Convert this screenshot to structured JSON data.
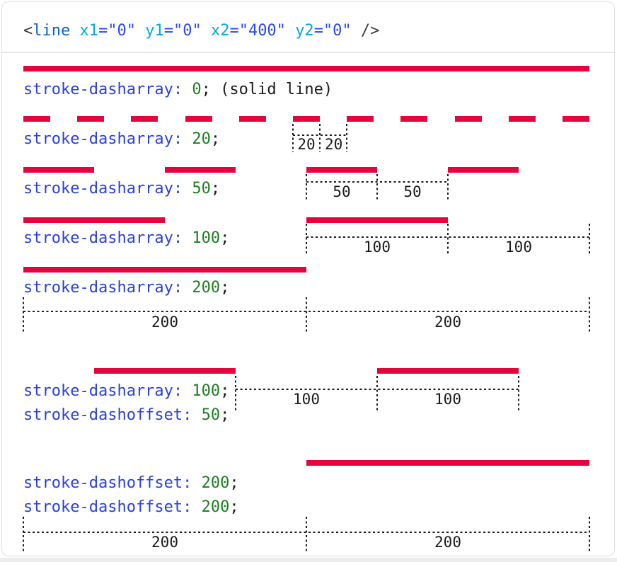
{
  "colors": {
    "stroke_red": "#e5053d",
    "code_tag_blue": "#0b62c4",
    "code_attr_cyan": "#00a8e2",
    "code_value_blue": "#2b46ee",
    "code_punct_gray": "#3a3a42",
    "property_blue": "#2a3fdb",
    "value_green": "#1e7d22",
    "text_black": "#1a1a1a",
    "divider_gray": "#e9e9ec",
    "card_border": "#dee0e3"
  },
  "code_line": {
    "tokens": [
      {
        "t": "<",
        "c": "punct"
      },
      {
        "t": "line",
        "c": "tag"
      },
      {
        "t": " ",
        "c": "plain"
      },
      {
        "t": "x1",
        "c": "attr"
      },
      {
        "t": "=\"0\"",
        "c": "val"
      },
      {
        "t": " ",
        "c": "plain"
      },
      {
        "t": "y1",
        "c": "attr"
      },
      {
        "t": "=\"0\"",
        "c": "val"
      },
      {
        "t": " ",
        "c": "plain"
      },
      {
        "t": "x2",
        "c": "attr"
      },
      {
        "t": "=\"400\"",
        "c": "val"
      },
      {
        "t": " ",
        "c": "plain"
      },
      {
        "t": "y2",
        "c": "attr"
      },
      {
        "t": "=\"0\"",
        "c": "val"
      },
      {
        "t": " ",
        "c": "plain"
      },
      {
        "t": "/>",
        "c": "punct"
      }
    ]
  },
  "rows": [
    {
      "id": "solid-0",
      "labels": [
        {
          "tokens": [
            {
              "t": "stroke-dasharray:",
              "c": "prop"
            },
            {
              "t": " ",
              "c": "plain"
            },
            {
              "t": "0",
              "c": "gval"
            },
            {
              "t": "; (solid line)",
              "c": "plain"
            }
          ]
        }
      ],
      "measure_labels": []
    },
    {
      "id": "dasharray-20",
      "labels": [
        {
          "tokens": [
            {
              "t": "stroke-dasharray:",
              "c": "prop"
            },
            {
              "t": " ",
              "c": "plain"
            },
            {
              "t": "20",
              "c": "gval"
            },
            {
              "t": ";",
              "c": "plain"
            }
          ]
        }
      ],
      "measure_labels": [
        "20",
        "20"
      ]
    },
    {
      "id": "dasharray-50",
      "labels": [
        {
          "tokens": [
            {
              "t": "stroke-dasharray:",
              "c": "prop"
            },
            {
              "t": " ",
              "c": "plain"
            },
            {
              "t": "50",
              "c": "gval"
            },
            {
              "t": ";",
              "c": "plain"
            }
          ]
        }
      ],
      "measure_labels": [
        "50",
        "50"
      ]
    },
    {
      "id": "dasharray-100",
      "labels": [
        {
          "tokens": [
            {
              "t": "stroke-dasharray:",
              "c": "prop"
            },
            {
              "t": " ",
              "c": "plain"
            },
            {
              "t": "100",
              "c": "gval"
            },
            {
              "t": ";",
              "c": "plain"
            }
          ]
        }
      ],
      "measure_labels": [
        "100",
        "100"
      ]
    },
    {
      "id": "dasharray-200",
      "labels": [
        {
          "tokens": [
            {
              "t": "stroke-dasharray:",
              "c": "prop"
            },
            {
              "t": " ",
              "c": "plain"
            },
            {
              "t": "200",
              "c": "gval"
            },
            {
              "t": ";",
              "c": "plain"
            }
          ]
        }
      ],
      "measure_labels": [
        "200",
        "200"
      ]
    },
    {
      "id": "dashoffset-50",
      "labels": [
        {
          "tokens": [
            {
              "t": "stroke-dasharray:",
              "c": "prop"
            },
            {
              "t": " ",
              "c": "plain"
            },
            {
              "t": "100",
              "c": "gval"
            },
            {
              "t": ";",
              "c": "plain"
            }
          ]
        },
        {
          "tokens": [
            {
              "t": "stroke-dashoffset:",
              "c": "prop"
            },
            {
              "t": " ",
              "c": "plain"
            },
            {
              "t": "50",
              "c": "gval"
            },
            {
              "t": ";",
              "c": "plain"
            }
          ]
        }
      ],
      "measure_labels": [
        "100",
        "100"
      ]
    },
    {
      "id": "dashoffset-200",
      "labels": [
        {
          "tokens": [
            {
              "t": "stroke-dashoffset:",
              "c": "prop"
            },
            {
              "t": " ",
              "c": "plain"
            },
            {
              "t": "200",
              "c": "gval"
            },
            {
              "t": ";",
              "c": "plain"
            }
          ]
        },
        {
          "tokens": [
            {
              "t": "stroke-dashoffset:",
              "c": "prop"
            },
            {
              "t": " ",
              "c": "plain"
            },
            {
              "t": "200",
              "c": "gval"
            },
            {
              "t": ";",
              "c": "plain"
            }
          ]
        }
      ],
      "measure_labels": [
        "200",
        "200"
      ]
    }
  ]
}
